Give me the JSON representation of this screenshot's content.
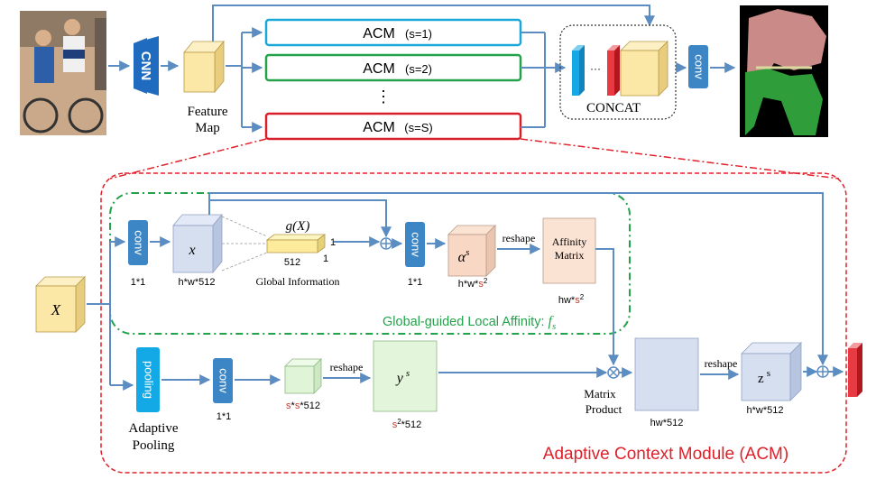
{
  "top": {
    "cnn_label": "CNN",
    "feature_map_line1": "Feature",
    "feature_map_line2": "Map",
    "acm1": "ACM",
    "acm1_scale": "(s=1)",
    "acm2": "ACM",
    "acm2_scale": "(s=2)",
    "acm_dots": "⋮",
    "acmS": "ACM",
    "acmS_scale": "(s=S)",
    "concat_label": "CONCAT",
    "concat_dots": "···",
    "conv_label": "conv"
  },
  "acm_module": {
    "title": "Adaptive Context Module (ACM)",
    "input_label": "X",
    "conv1_label": "conv",
    "conv1_size": "1*1",
    "x_label": "x",
    "x_dims": "h*w*512",
    "gx_label": "g(X)",
    "gx_dim_1a": "1",
    "gx_dim_1b": "1",
    "gx_dim_512": "512",
    "global_info": "Global Information",
    "plus_symbol": "⊕",
    "conv2_label": "conv",
    "conv2_size": "1*1",
    "alpha_label": "α",
    "alpha_sup": "s",
    "alpha_dims_pre": "h*w*",
    "alpha_dims_s": "s",
    "alpha_dims_sup": "2",
    "reshape1": "reshape",
    "affinity_line1": "Affinity",
    "affinity_line2": "Matrix",
    "affinity_dims_pre": "hw*",
    "affinity_dims_s": "s",
    "affinity_dims_sup": "2",
    "gla_text": "Global-guided Local Affinity: ",
    "gla_fs": "f",
    "gla_fs_sub": "s",
    "pooling_label": "pooling",
    "adaptive_line1": "Adaptive",
    "adaptive_line2": "Pooling",
    "conv3_label": "conv",
    "conv3_size": "1*1",
    "ss_dims_s1": "s",
    "ss_dims_mid": "*",
    "ss_dims_s2": "s",
    "ss_dims_post": "*512",
    "reshape2": "reshape",
    "y_label": "y",
    "y_sup": "s",
    "y_dims_s": "s",
    "y_dims_sup": "2",
    "y_dims_post": "*512",
    "times_symbol": "⊗",
    "matrix_line1": "Matrix",
    "matrix_line2": "Product",
    "hw_dims": "hw*512",
    "reshape3": "reshape",
    "z_label": "z",
    "z_sup": "s",
    "z_dims": "h*w*512",
    "plus2_symbol": "⊕"
  },
  "colors": {
    "acm1_border": "#1aa7d9",
    "acm2_border": "#22a34a",
    "acmS_border": "#d9202a",
    "arrow": "#5b8cc2",
    "conv_blue": "#3d86c6",
    "pooling_blue": "#13a9e6",
    "cube_yellow": "#fbe7a6",
    "module_red": "#e0202a",
    "gla_green": "#22a34a",
    "s_red": "#c0392b"
  }
}
